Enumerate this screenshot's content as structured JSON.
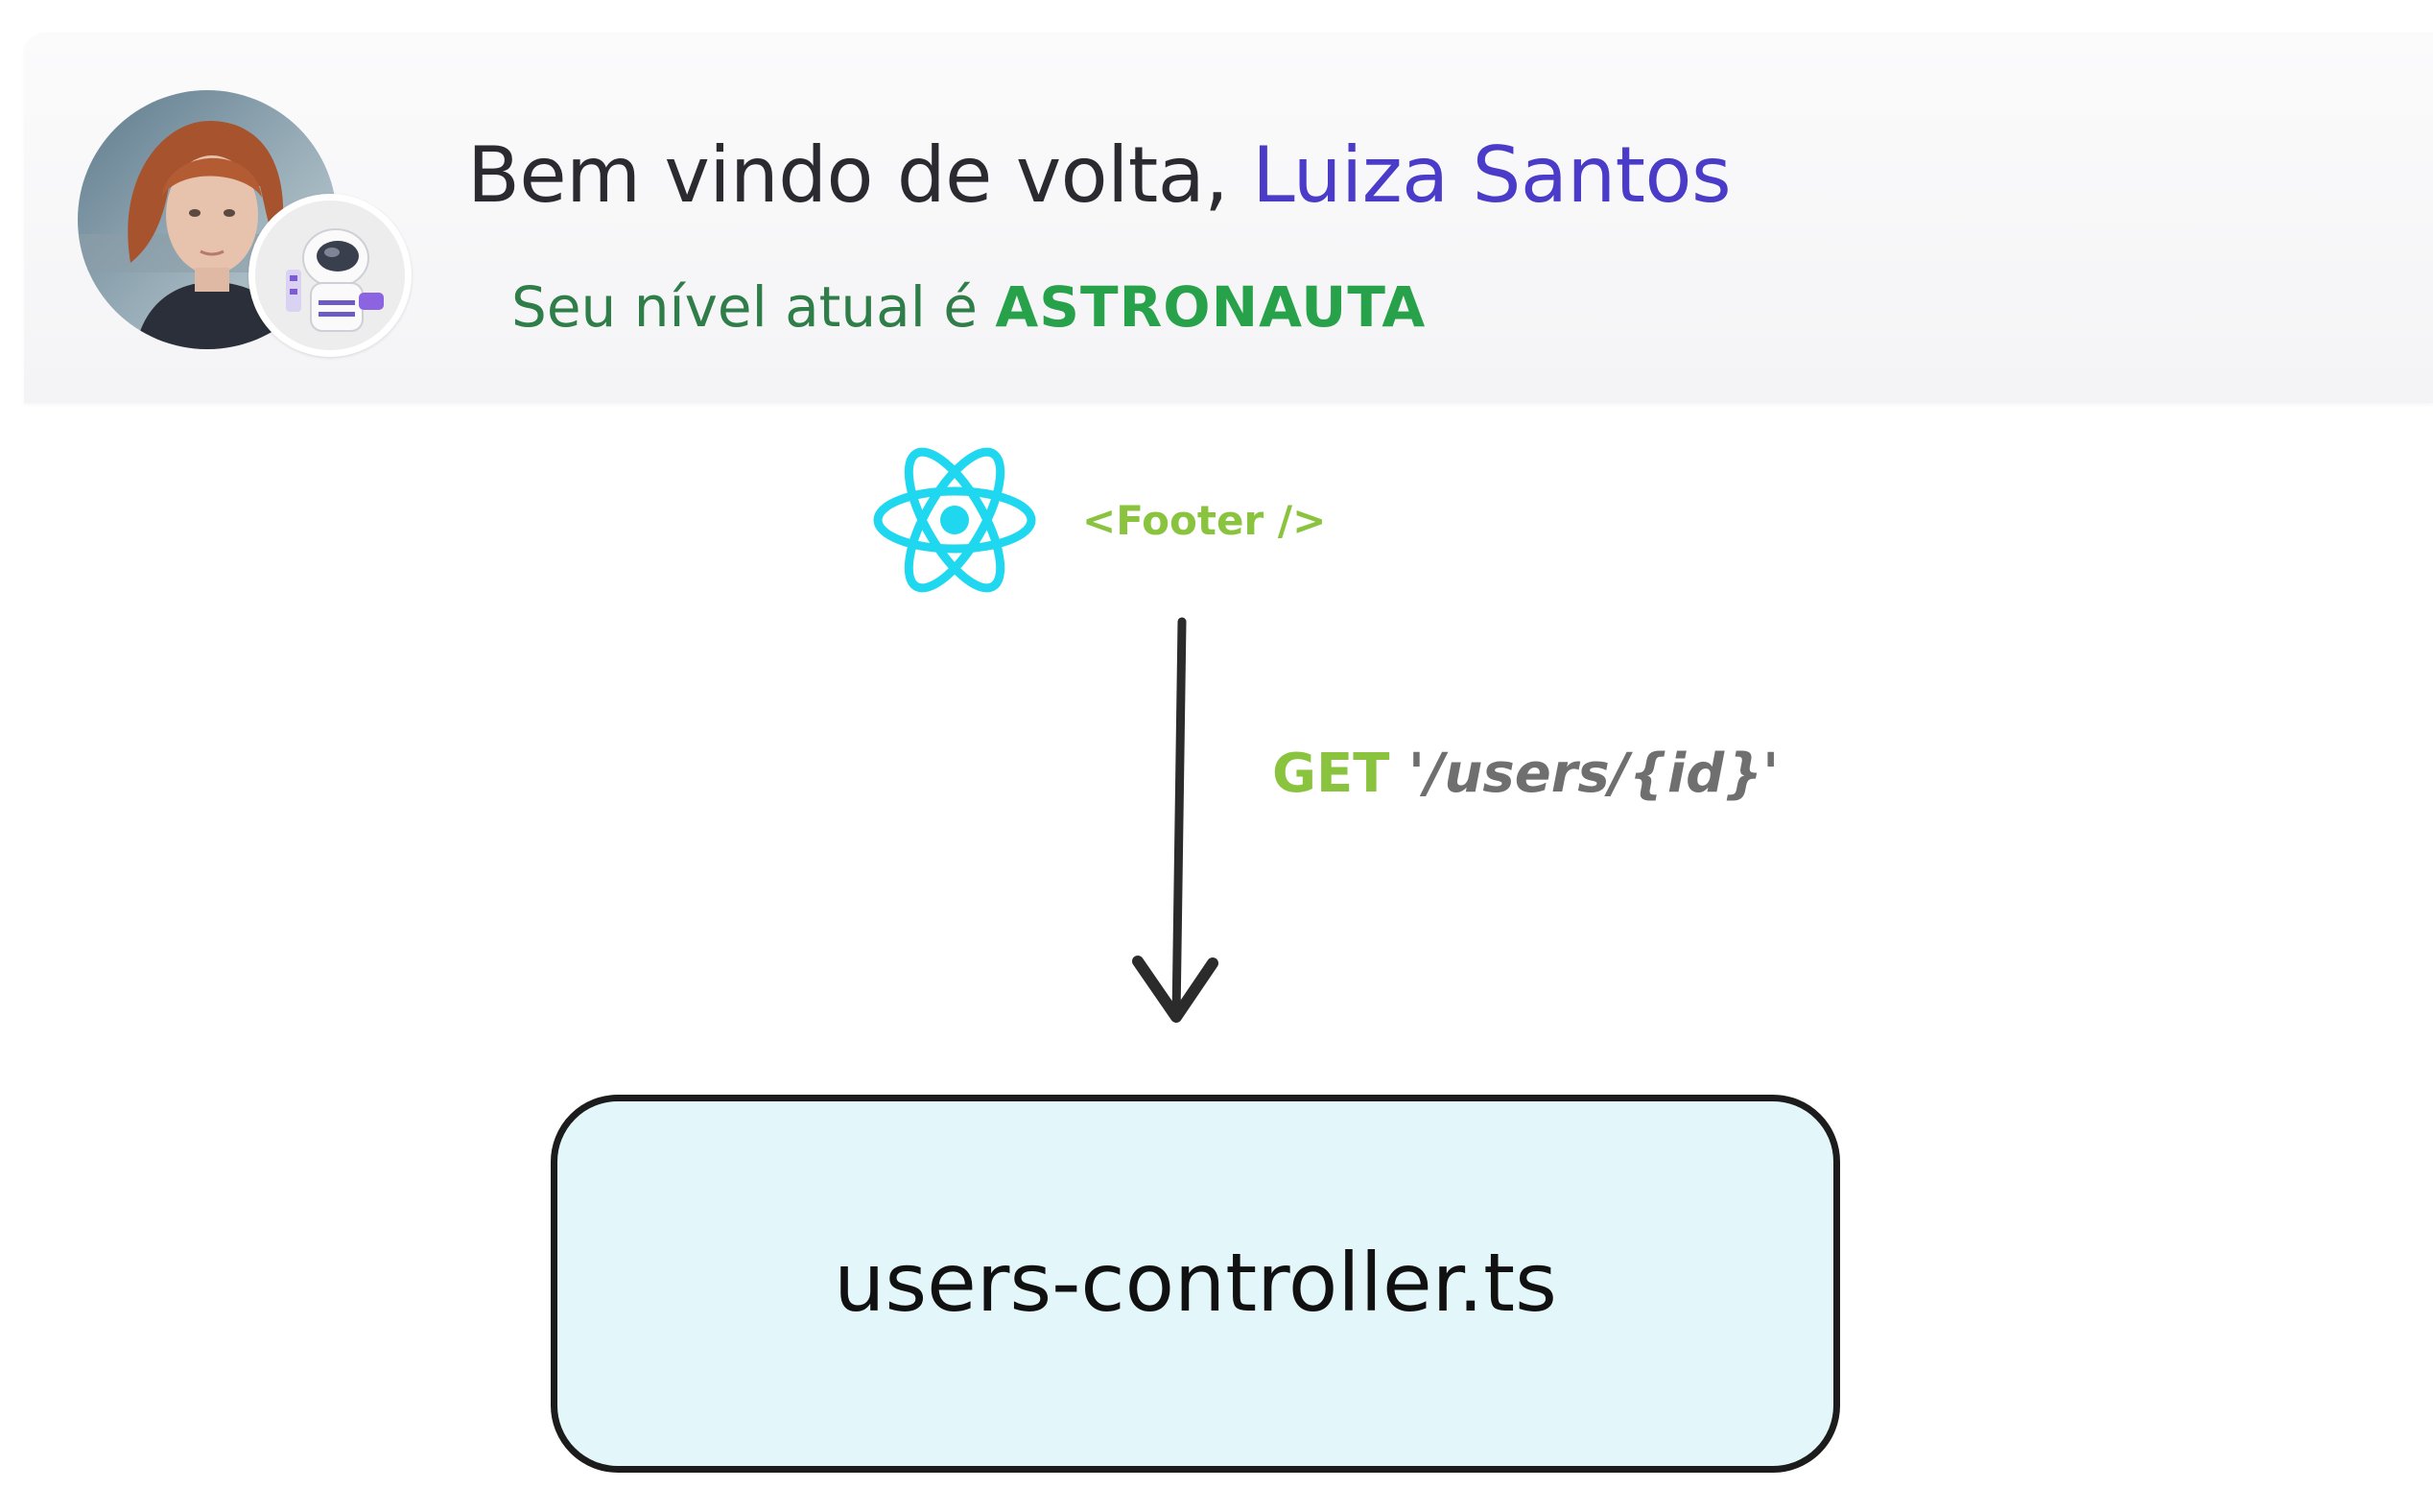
{
  "welcome_card": {
    "greeting_prefix": "Bem vindo de volta, ",
    "user_name": "Luiza Santos",
    "level_prefix": "Seu nível atual é ",
    "level_name": "ASTRONAUTA",
    "colors": {
      "user_name": "#4a3cc8",
      "level_text": "#2f7d48",
      "level_name": "#27a24b"
    }
  },
  "diagram": {
    "source_component": "<Footer />",
    "source_icon": "react-logo-icon",
    "request_method": "GET",
    "request_route": " '/users/{id}'",
    "target": "users-controller.ts",
    "colors": {
      "react": "#1fd8ef",
      "component_label": "#8ac43f",
      "method": "#8ac43f",
      "route": "#6f6f6f",
      "target_fill": "#e3f7fa",
      "target_border": "#1c1c1c"
    }
  }
}
